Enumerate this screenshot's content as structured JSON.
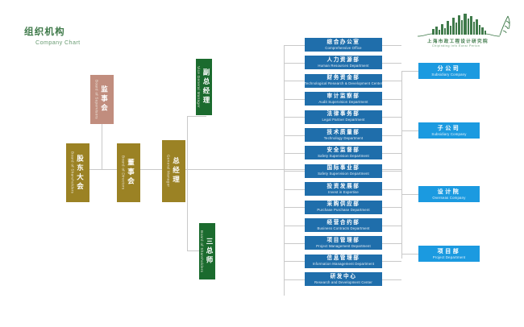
{
  "page": {
    "title_cn": "组织机构",
    "title_en": "Company Chart",
    "background": "#ffffff"
  },
  "logo": {
    "name": "city-skyline-logo",
    "text_cn": "上海市政工程设计研究院",
    "text_en": "Chipinding Info   Eonsi  Perlon",
    "color": "#3f7a4a"
  },
  "colors": {
    "title_green": "#3f7a4a",
    "supervisor_pink": "#c18d7e",
    "gold": "#9b8224",
    "green": "#1b6b2e",
    "dept_blue": "#1f6eab",
    "right_blue": "#1b9ae0",
    "connector": "#c9c9c9"
  },
  "governance": {
    "supervisors": {
      "cn": "监事会",
      "en": "Board of Supervisors",
      "color": "#c18d7e"
    },
    "shareholders": {
      "cn": "股东大会",
      "en": "Board of Shareholders",
      "color": "#9b8224"
    },
    "directors": {
      "cn": "董事会",
      "en": "Board of Directors",
      "color": "#9b8224"
    },
    "general_manager": {
      "cn": "总经理",
      "en": "General Manager",
      "color": "#9b8224"
    }
  },
  "managers": [
    {
      "cn": "副总经理",
      "en": "Vice General Manager",
      "color": "#1b6b2e"
    },
    {
      "cn": "三总师",
      "en": "Board of Shareholders",
      "color": "#1b6b2e"
    }
  ],
  "departments": [
    {
      "cn": "综合办公室",
      "en": "Comprehensive Office"
    },
    {
      "cn": "人力资源部",
      "en": "Human Resources Department"
    },
    {
      "cn": "财务资金部",
      "en": "Technological Research & Development Center"
    },
    {
      "cn": "审计监察部",
      "en": "Audit Supervision Department"
    },
    {
      "cn": "法律事务部",
      "en": "Legal Partner Department"
    },
    {
      "cn": "技术质量部",
      "en": "Technology Department"
    },
    {
      "cn": "安全监督部",
      "en": "Safety Supervision Department"
    },
    {
      "cn": "国际事业部",
      "en": "Safety Supervision Department"
    },
    {
      "cn": "投资发展部",
      "en": "Invest in Expertise"
    },
    {
      "cn": "采购供应部",
      "en": "Purchase Purchase Department"
    },
    {
      "cn": "经营合约部",
      "en": "Business Contracts Department"
    },
    {
      "cn": "项目管理部",
      "en": "Project Management Department"
    },
    {
      "cn": "信息管理部",
      "en": "Information Management Department"
    },
    {
      "cn": "研发中心",
      "en": "Research and Development Center"
    }
  ],
  "subsidiaries": [
    {
      "cn": "分公司",
      "en": "Subsidiary Company"
    },
    {
      "cn": "子公司",
      "en": "Subsidiary Company"
    },
    {
      "cn": "设计院",
      "en": "Overseas Company"
    },
    {
      "cn": "项目部",
      "en": "Project Department"
    }
  ]
}
